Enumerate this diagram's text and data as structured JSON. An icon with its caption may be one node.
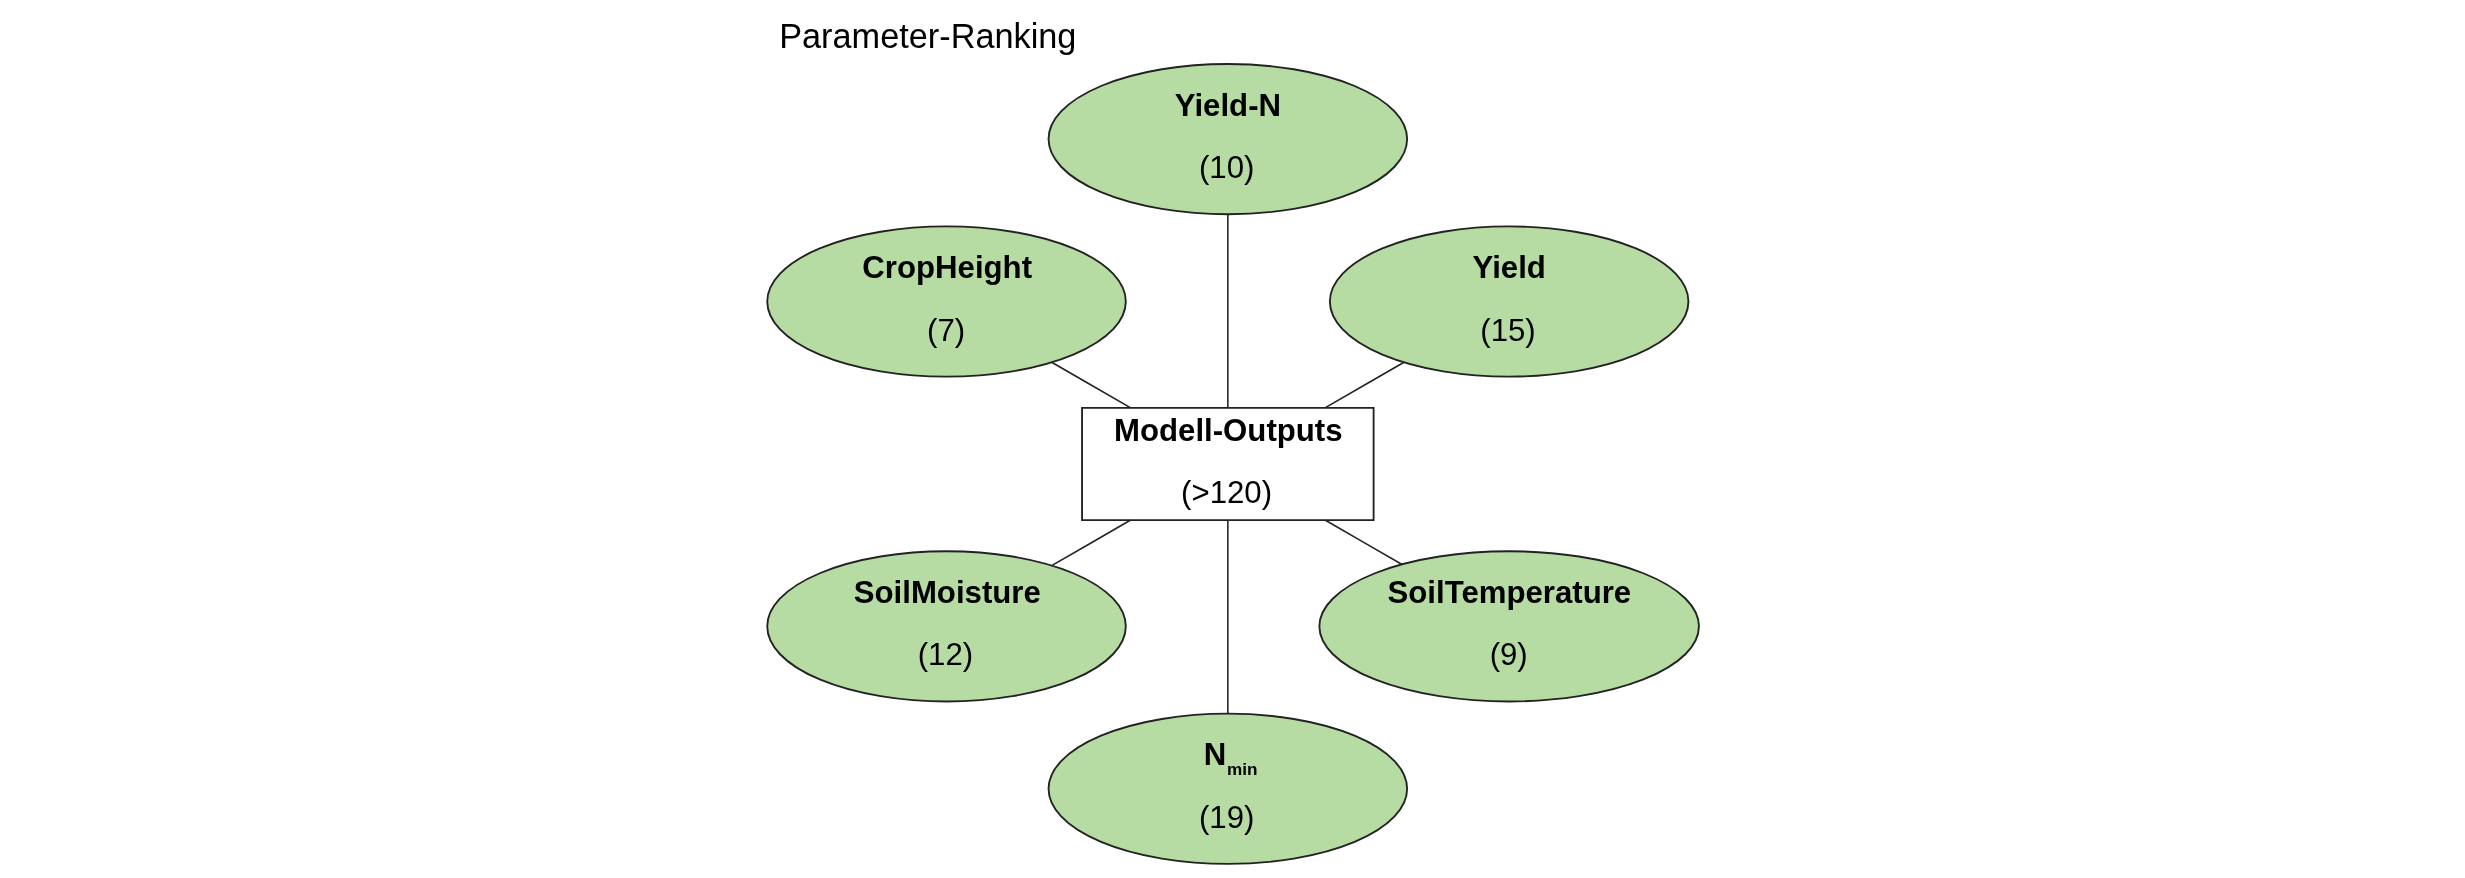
{
  "diagram": {
    "title": "Parameter-Ranking",
    "nodes": [
      {
        "text": [
          "Modell-Outputs",
          "(>120)"
        ]
      },
      {
        "text": [
          "Yield",
          "(15)"
        ]
      },
      {
        "text": [
          "Yield-N",
          "(10)"
        ]
      },
      {
        "text": [
          "CropHeight",
          "(7)"
        ]
      },
      {
        "text": [
          "SoilMoisture",
          "(12)"
        ]
      },
      {
        "text": [
          "N$_{min}$",
          "(19)"
        ]
      },
      {
        "text": [
          "SoilTemperature",
          "(9)"
        ]
      }
    ],
    "edges": [
      {
        "from": 0,
        "to": 1,
        "arrow": "none"
      },
      {
        "from": 0,
        "to": 3,
        "arrow": "none"
      },
      {
        "from": 0,
        "to": 2,
        "arrow": "none"
      },
      {
        "from": 0,
        "to": 4,
        "arrow": "none"
      },
      {
        "from": 0,
        "to": 5,
        "arrow": "none"
      },
      {
        "from": 0,
        "to": 6,
        "arrow": "none"
      }
    ]
  }
}
